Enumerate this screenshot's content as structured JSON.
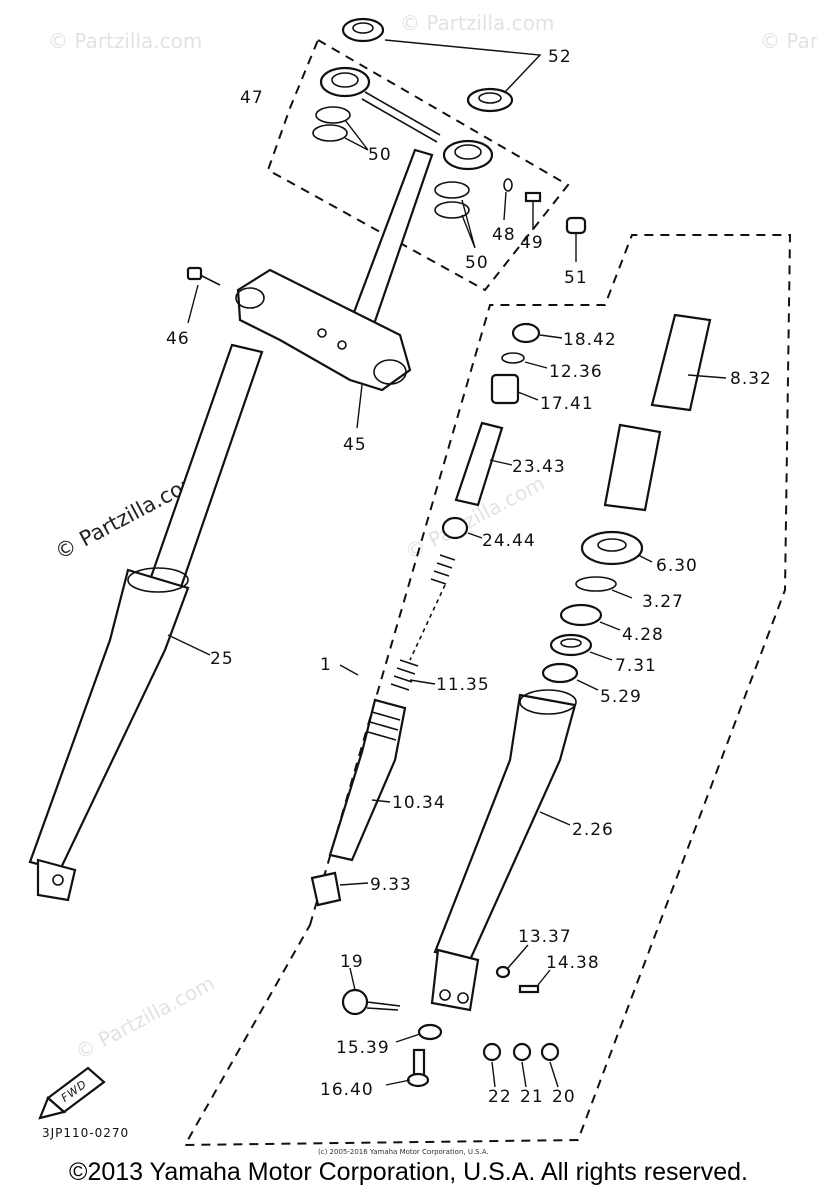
{
  "watermarks": [
    "© Partzilla.com",
    "© Partzilla.com",
    "© Partzilla.com",
    "© Partzilla.com",
    "© Partzilla.com",
    "© Partzilla.com"
  ],
  "labels": {
    "p52": "52",
    "p47": "47",
    "p50a": "50",
    "p50b": "50",
    "p48": "48",
    "p49": "49",
    "p51": "51",
    "p46": "46",
    "p45": "45",
    "p1": "1",
    "p18": "18.42",
    "p12": "12.36",
    "p17": "17.41",
    "p23": "23.43",
    "p24": "24.44",
    "p11": "11.35",
    "p10": "10.34",
    "p9": "9.33",
    "p8": "8.32",
    "p6": "6.30",
    "p3": "3.27",
    "p4": "4.28",
    "p7": "7.31",
    "p5": "5.29",
    "p2": "2.26",
    "p25": "25",
    "p19": "19",
    "p15": "15.39",
    "p16": "16.40",
    "p13": "13.37",
    "p14": "14.38",
    "p22": "22",
    "p21": "21",
    "p20": "20"
  },
  "fwd_label": "FWD",
  "diagram_code": "3JP110-0270",
  "small_copyright": "(c) 2005-2016 Yamaha Motor Corporation, U.S.A.",
  "footer": "©2013 Yamaha Motor Corporation, U.S.A. All rights reserved."
}
